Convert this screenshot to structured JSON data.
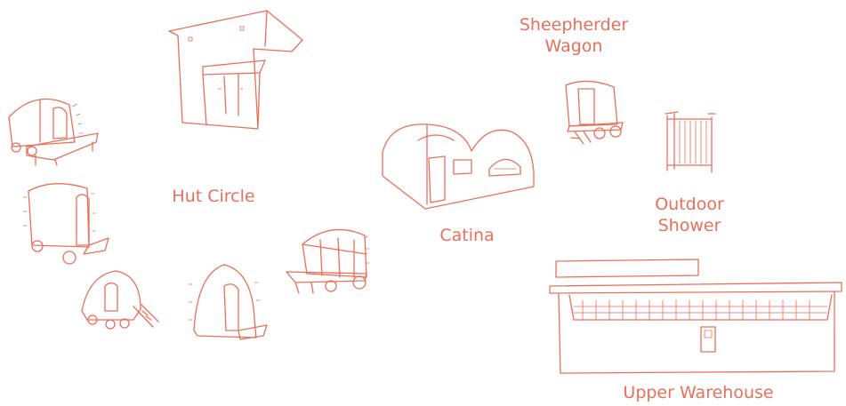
{
  "accent_color": "#e8705a",
  "labels": {
    "hut_circle": "Hut Circle",
    "catina": "Catina",
    "sheepherder_wagon": [
      "Sheepherder",
      "Wagon"
    ],
    "outdoor_shower": [
      "Outdoor",
      "Shower"
    ],
    "upper_warehouse": "Upper Warehouse"
  }
}
